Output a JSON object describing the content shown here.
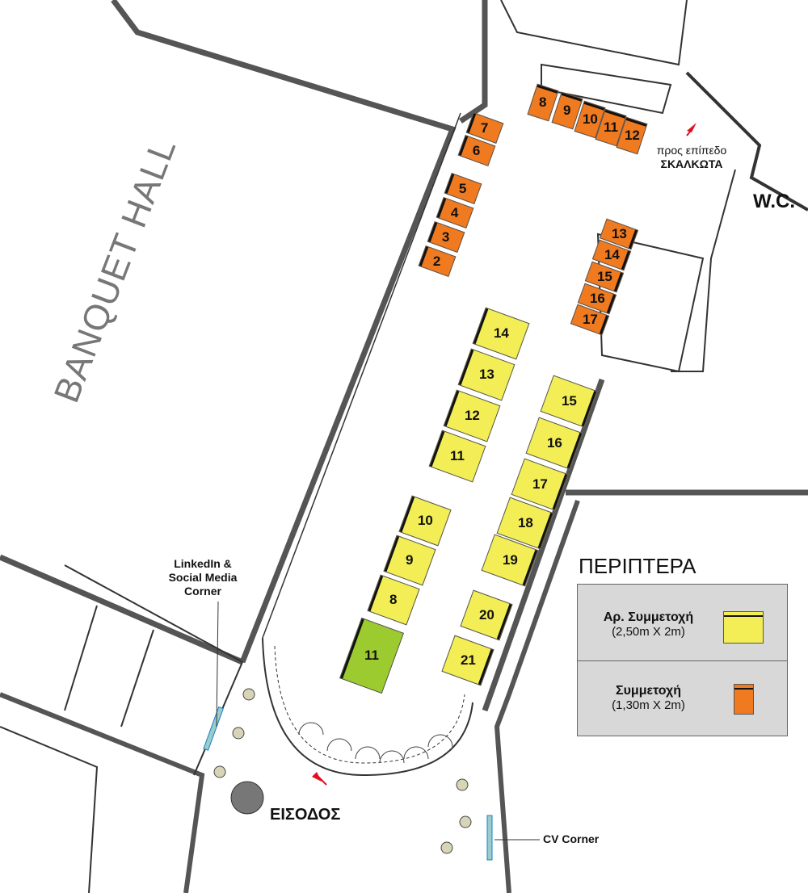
{
  "title": "ΠΕΡΙΠΤΕΡΑ",
  "hall_label": "BANQUET HALL",
  "labels": {
    "wc": "W.C.",
    "stairs_line1": "προς επίπεδο",
    "stairs_line2": "ΣΚΑΛΚΩΤΑ",
    "entrance": "ΕΙΣΟΔΟΣ",
    "linkedin_corner": "LinkedIn & Social Media Corner",
    "cv_corner": "CV Corner"
  },
  "legend": [
    {
      "name": "Αρ. Συμμετοχή",
      "size": "(2,50m X 2m)",
      "color": "#f3ee55"
    },
    {
      "name": "Συμμετοχή",
      "size": "(1,30m X 2m)",
      "color": "#ef7a1f"
    }
  ],
  "booths": [
    {
      "number": "8",
      "type": "orange"
    },
    {
      "number": "9",
      "type": "orange"
    },
    {
      "number": "10",
      "type": "orange"
    },
    {
      "number": "11",
      "type": "orange"
    },
    {
      "number": "12",
      "type": "orange"
    },
    {
      "number": "7",
      "type": "orange"
    },
    {
      "number": "6",
      "type": "orange"
    },
    {
      "number": "5",
      "type": "orange"
    },
    {
      "number": "4",
      "type": "orange"
    },
    {
      "number": "3",
      "type": "orange"
    },
    {
      "number": "2",
      "type": "orange"
    },
    {
      "number": "13",
      "type": "orange"
    },
    {
      "number": "14",
      "type": "orange"
    },
    {
      "number": "15",
      "type": "orange"
    },
    {
      "number": "16",
      "type": "orange"
    },
    {
      "number": "17",
      "type": "orange"
    },
    {
      "number": "14",
      "type": "yellow"
    },
    {
      "number": "13",
      "type": "yellow"
    },
    {
      "number": "12",
      "type": "yellow"
    },
    {
      "number": "11",
      "type": "yellow"
    },
    {
      "number": "15",
      "type": "yellow"
    },
    {
      "number": "16",
      "type": "yellow"
    },
    {
      "number": "17",
      "type": "yellow"
    },
    {
      "number": "18",
      "type": "yellow"
    },
    {
      "number": "19",
      "type": "yellow"
    },
    {
      "number": "20",
      "type": "yellow"
    },
    {
      "number": "21",
      "type": "yellow"
    },
    {
      "number": "10",
      "type": "yellow"
    },
    {
      "number": "9",
      "type": "yellow"
    },
    {
      "number": "8",
      "type": "yellow"
    },
    {
      "number": "11",
      "type": "green"
    }
  ],
  "colors": {
    "yellow": "#f3ee55",
    "orange": "#ef7a1f",
    "green": "#9ccb2f",
    "arrow": "#e0101e"
  }
}
